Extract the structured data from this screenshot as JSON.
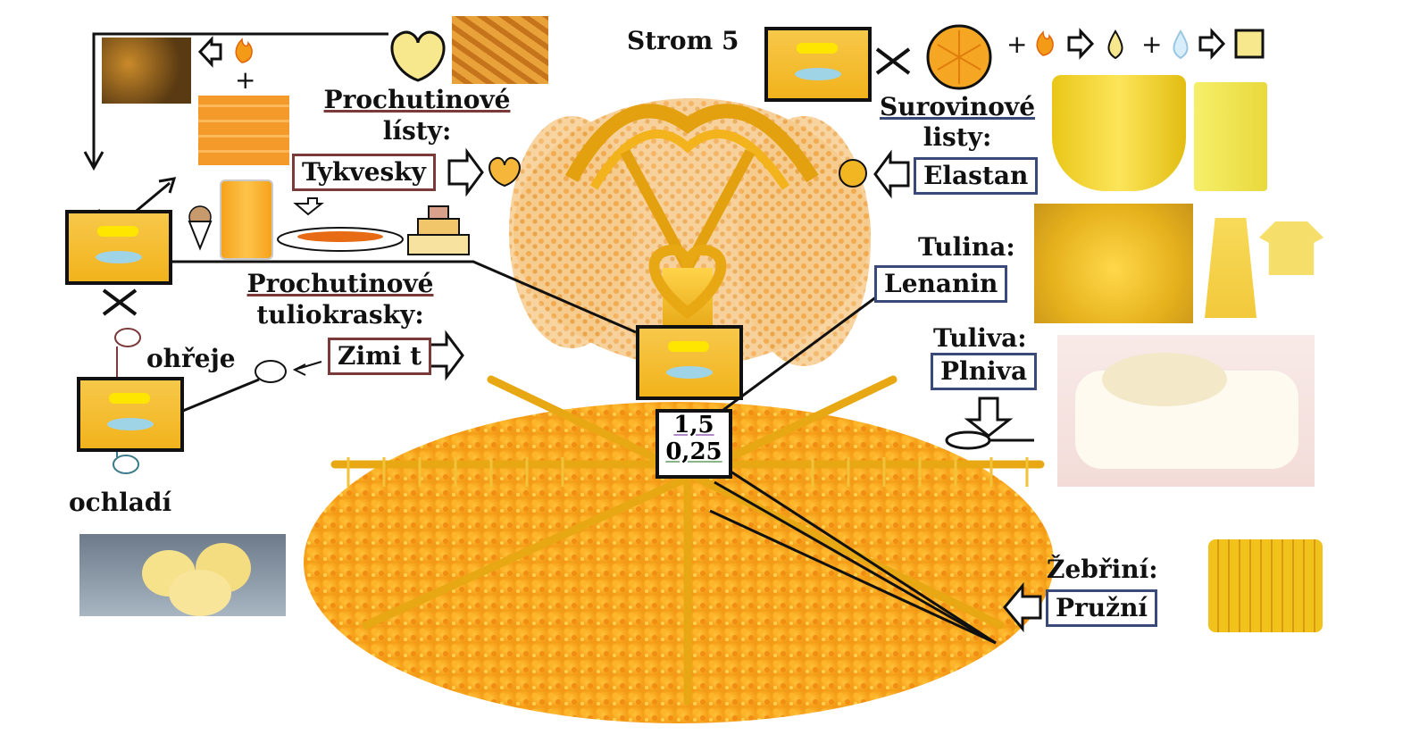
{
  "title": "Strom 5",
  "center_values": {
    "top": "1,5",
    "bottom": "0,25"
  },
  "left": {
    "flavour_leaves_heading_1": "Prochutinové",
    "flavour_leaves_heading_2": "lísty:",
    "flavour_leaves_value": "Tykvesky",
    "flavour_flowers_heading_1": "Prochutinové",
    "flavour_flowers_heading_2": "tuliokrasky:",
    "flavour_flowers_value": "Zimi t",
    "heats": "ohřeje",
    "cools": "ochladí",
    "plus": "+"
  },
  "right": {
    "raw_leaves_heading_1": "Surovinové",
    "raw_leaves_heading_2": "listy:",
    "raw_leaves_value": "Elastan",
    "tulina_heading": "Tulina:",
    "tulina_value": "Lenanin",
    "tuliva_heading": "Tuliva:",
    "tuliva_value": "Plniva",
    "rungs_heading": "Žebřiní:",
    "rungs_value": "Pružní"
  },
  "formula": {
    "plus_1": "+",
    "plus_2": "+"
  },
  "colors": {
    "gold": "#f2b31c",
    "orange": "#f59a1b",
    "pale_yellow": "#f7e88e",
    "line": "#111111"
  },
  "icons": [
    "fire-icon",
    "water-drop-icon",
    "arrow-right-icon",
    "arrow-left-icon",
    "heart-leaf-icon",
    "round-leaf-icon",
    "cross-icon",
    "ice-cream-cone-icon",
    "cake-icon",
    "plate-icon"
  ]
}
